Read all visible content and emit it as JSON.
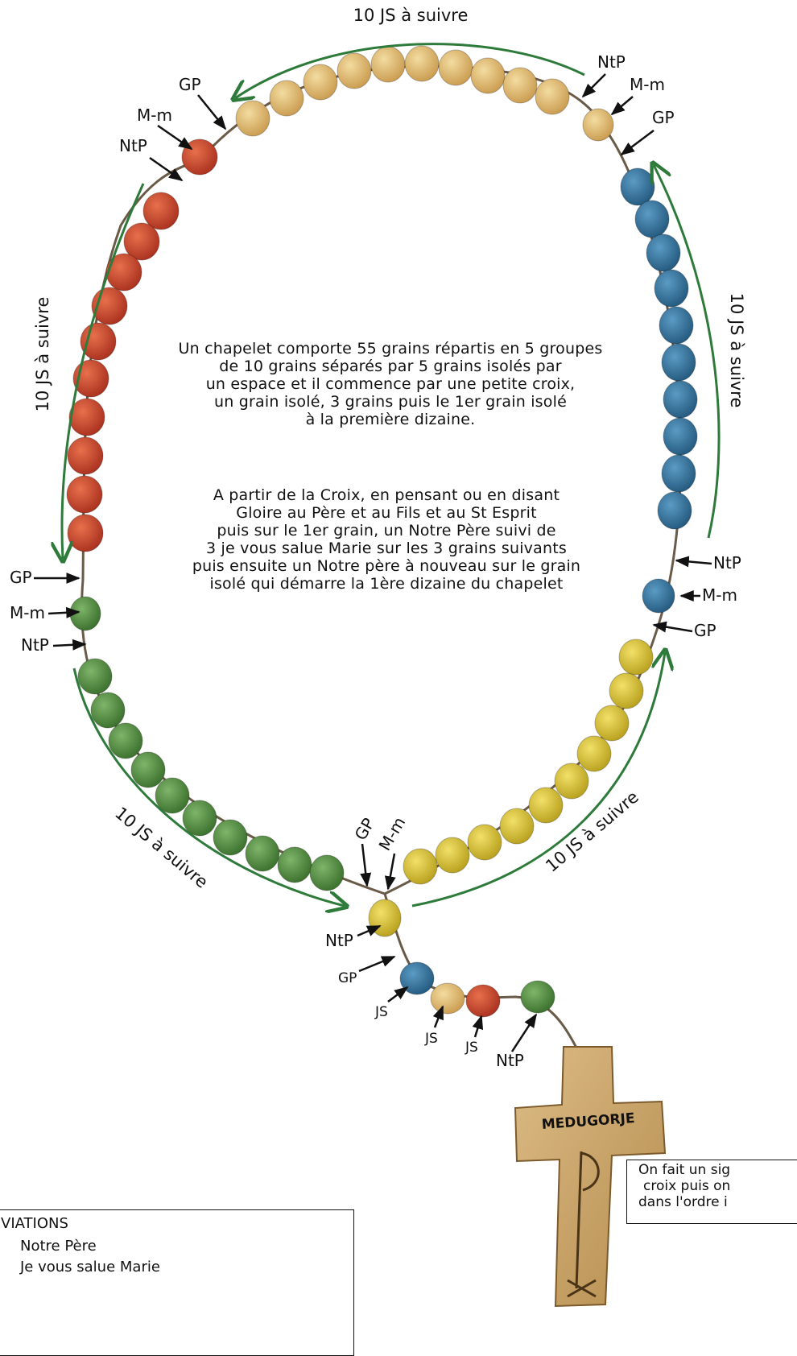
{
  "top_arc_label": "10 JS à suivre",
  "left_arc_label": "10 JS à suivre",
  "right_arc_label": "10 JS à suivre",
  "bottom_left_arc_label": "10 JS à suivre",
  "bottom_right_arc_label": "10 JS à suivre",
  "labels": {
    "top_left": [
      "GP",
      "M-m",
      "NtP"
    ],
    "top_right": [
      "NtP",
      "M-m",
      "GP"
    ],
    "left": [
      "GP",
      "M-m",
      "NtP"
    ],
    "right": [
      "NtP",
      "M-m",
      "GP"
    ],
    "bottom_center": [
      "GP",
      "M-m"
    ],
    "pendant": [
      "NtP",
      "GP",
      "JS",
      "JS",
      "JS",
      "NtP"
    ]
  },
  "paragraph1": [
    "Un chapelet comporte 55 grains répartis en 5 groupes",
    "de 10 grains séparés par 5 grains isolés par",
    "un espace et il commence par une petite croix,",
    "un grain isolé, 3 grains puis le 1er grain isolé",
    "à la première dizaine."
  ],
  "paragraph2": [
    "A partir de la Croix, en pensant ou en disant",
    "Gloire au Père et au Fils et au St Esprit",
    "puis sur le 1er grain, un Notre Père suivi de",
    "3 je vous salue Marie sur les 3 grains suivants",
    "puis ensuite un Notre père à nouveau sur le grain",
    "isolé qui démarre la 1ère dizaine du chapelet"
  ],
  "cross_inscription": "MEDUGORJE",
  "legend": {
    "title": "VIATIONS",
    "line1": "Notre Père",
    "line2": "Je vous salue Marie"
  },
  "note": {
    "line1": "On fait un sig",
    "line2": "croix puis on",
    "line3": "dans l'ordre i"
  },
  "colors": {
    "tan": "#d9b36a",
    "red": "#c8402a",
    "blue": "#2f6f98",
    "green": "#4f8a3c",
    "yellow": "#d8c230",
    "arrow": "#2e7a3a",
    "cord": "#6a5a48",
    "wood": "#c9a36a"
  }
}
